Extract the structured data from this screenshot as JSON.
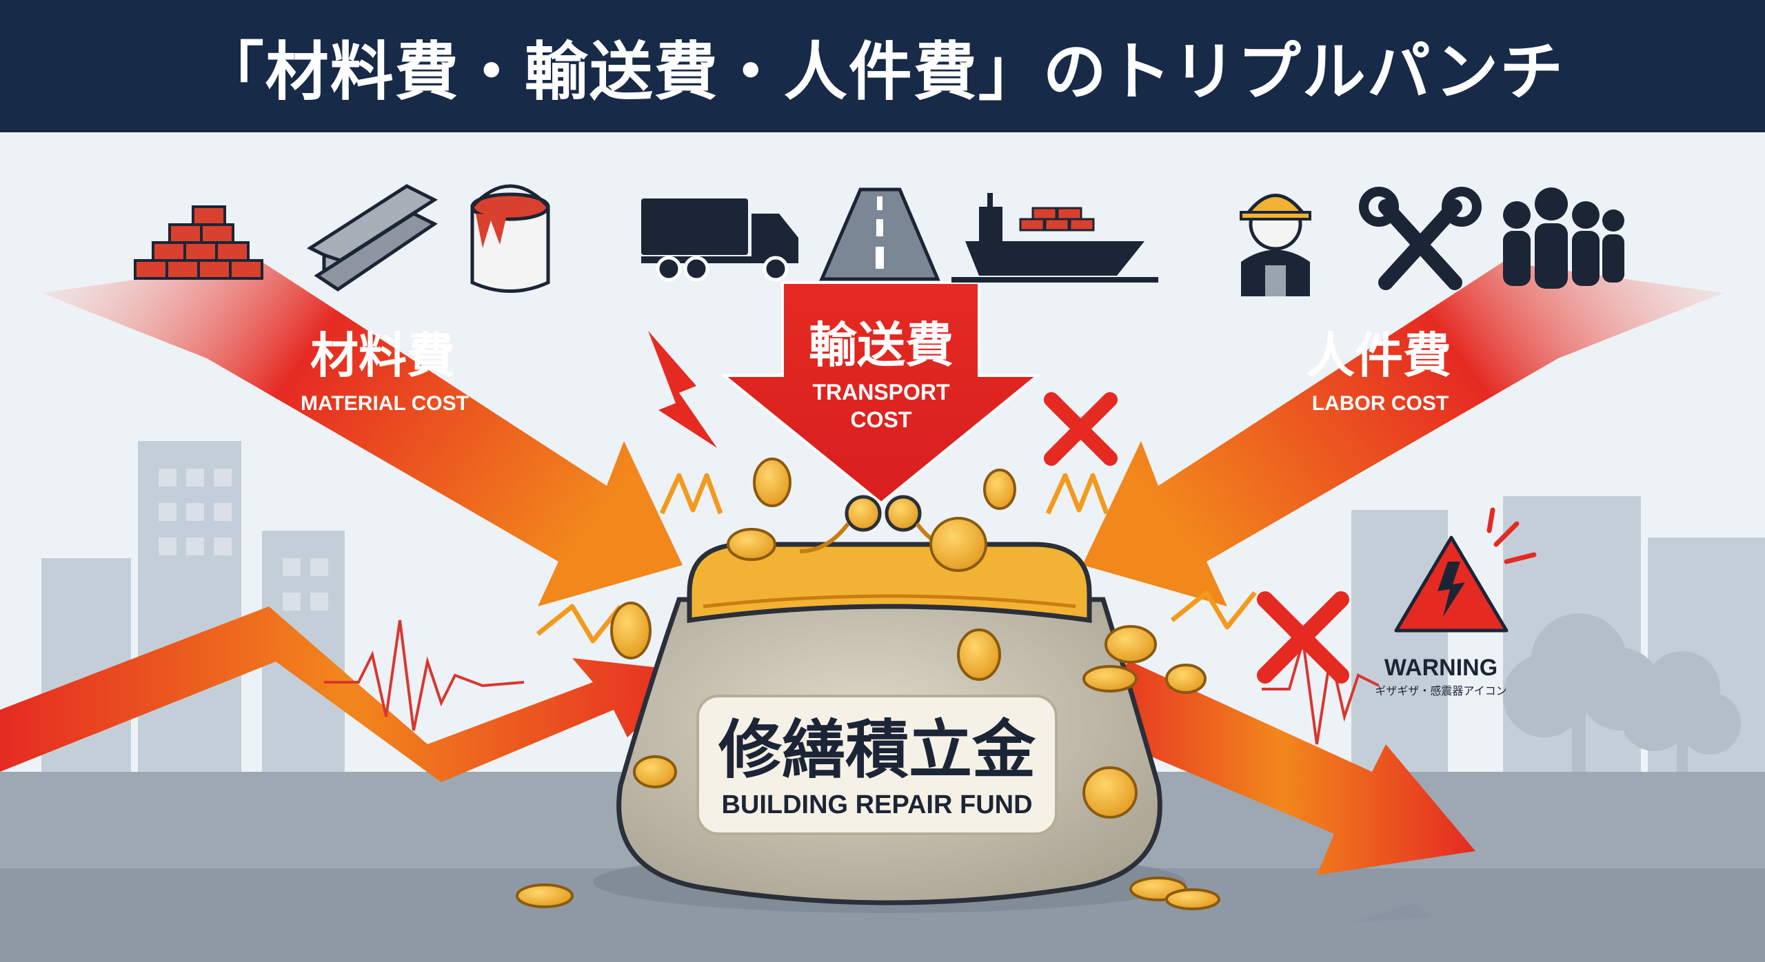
{
  "title": "「材料費・輸送費・人件費」のトリプルパンチ",
  "costs": {
    "material": {
      "jp": "材料費",
      "en": "MATERIAL COST"
    },
    "transport": {
      "jp": "輸送費",
      "en_line1": "TRANSPORT",
      "en_line2": "COST"
    },
    "labor": {
      "jp": "人件費",
      "en": "LABOR COST"
    }
  },
  "fund": {
    "jp": "修繕積立金",
    "en": "BUILDING REPAIR FUND"
  },
  "warning": {
    "label": "WARNING",
    "sub": "ギザギザ・感震器アイコン"
  },
  "icons": {
    "material": [
      "brick-wall-icon",
      "steel-beam-icon",
      "paint-bucket-icon"
    ],
    "transport": [
      "truck-icon",
      "road-icon",
      "cargo-ship-icon"
    ],
    "labor": [
      "construction-worker-icon",
      "wrench-icon",
      "group-of-people-icon"
    ]
  },
  "colors": {
    "header": "#172a47",
    "red": "#e02424",
    "orange": "#f28b1f",
    "coin": "#f2b233",
    "sack": "#c9c3b1",
    "background": "#e9eef2"
  }
}
